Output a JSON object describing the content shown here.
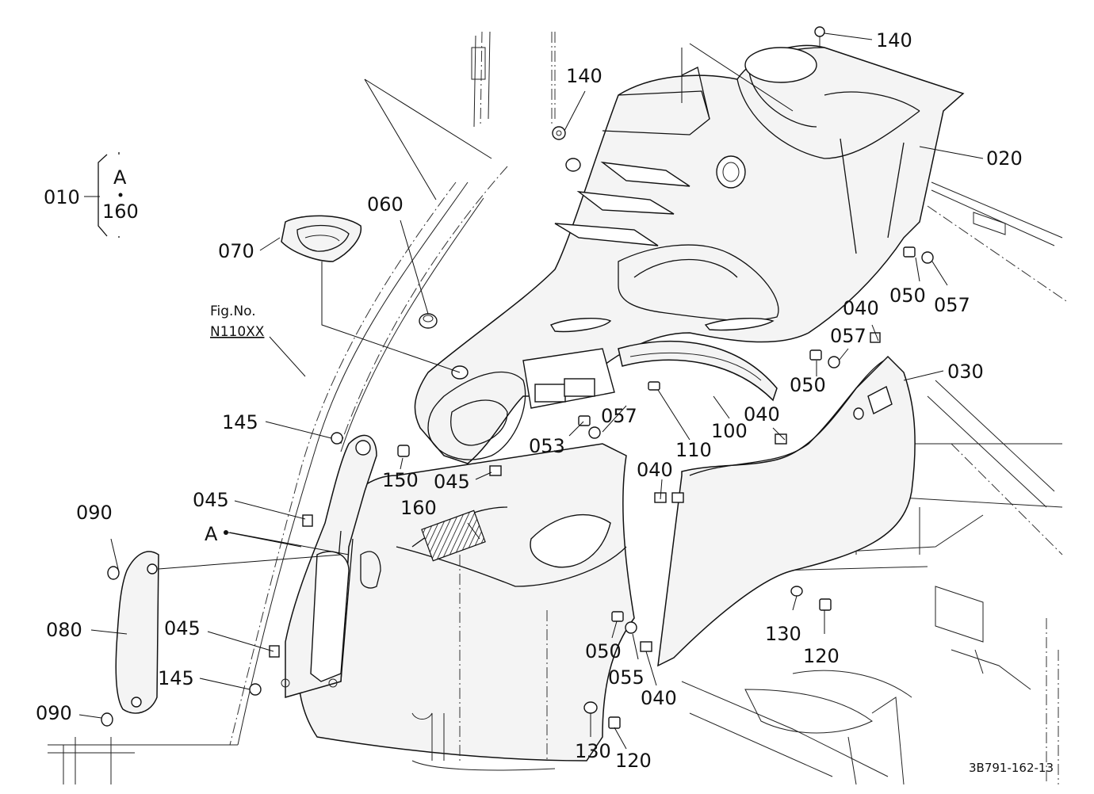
{
  "diagram": {
    "figure_code": "3B791-162-13",
    "fig_ref": {
      "line1": "Fig.No.",
      "line2": "N110XX"
    },
    "group_010": {
      "part": "010",
      "top": "A",
      "bottom": "160"
    },
    "point_a": "A",
    "callouts": {
      "c140_top": "140",
      "c140_mid": "140",
      "c020": "020",
      "c060": "060",
      "c070": "070",
      "c050_r": "050",
      "c057_r": "057",
      "c040_r": "040",
      "c057_m": "057",
      "c050_m": "050",
      "c030": "030",
      "c145_top": "145",
      "c057_c": "057",
      "c110": "110",
      "c100": "100",
      "c040_c": "040",
      "c053": "053",
      "c150": "150",
      "c045_c": "045",
      "c040_m": "040",
      "c045_l": "045",
      "c090_top": "090",
      "c160": "160",
      "c080": "080",
      "c045_b": "045",
      "c145_b": "145",
      "c090_b": "090",
      "c050_b": "050",
      "c055": "055",
      "c040_b": "040",
      "c130_r": "130",
      "c120_r": "120",
      "c130_b": "130",
      "c120_b": "120"
    }
  }
}
